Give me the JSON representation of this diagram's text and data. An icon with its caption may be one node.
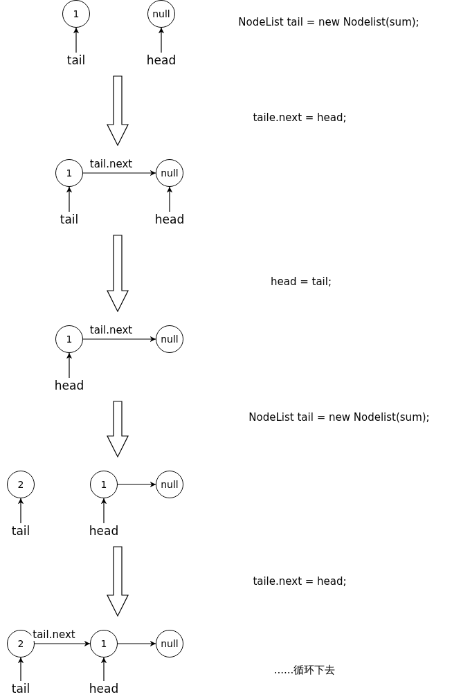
{
  "diagram": {
    "nodes": [
      {
        "text": [
          "1"
        ]
      },
      {
        "text": [
          "null"
        ]
      },
      {
        "text": [
          "tail"
        ]
      },
      {
        "text": [
          "head"
        ]
      },
      {
        "text": [
          "1"
        ]
      },
      {
        "text": [
          "null"
        ]
      },
      {
        "text": [
          "tail"
        ]
      },
      {
        "text": [
          "head"
        ]
      },
      {
        "text": [
          "1"
        ]
      },
      {
        "text": [
          "null"
        ]
      },
      {
        "text": [
          "head"
        ]
      },
      {
        "text": [
          "2"
        ]
      },
      {
        "text": [
          "1"
        ]
      },
      {
        "text": [
          "null"
        ]
      },
      {
        "text": [
          "tail"
        ]
      },
      {
        "text": [
          "head"
        ]
      },
      {
        "text": [
          "2"
        ]
      },
      {
        "text": [
          "1"
        ]
      },
      {
        "text": [
          "null"
        ]
      },
      {
        "text": [
          "tail"
        ]
      },
      {
        "text": [
          "head"
        ]
      }
    ],
    "edges": [
      {
        "from": 2,
        "to": 0,
        "arrow": "to"
      },
      {
        "from": 3,
        "to": 1,
        "arrow": "to"
      },
      {
        "from": 4,
        "to": 5,
        "arrow": "to",
        "label": "tail.next"
      },
      {
        "from": 6,
        "to": 4,
        "arrow": "to"
      },
      {
        "from": 7,
        "to": 5,
        "arrow": "to"
      },
      {
        "from": 8,
        "to": 9,
        "arrow": "to",
        "label": "tail.next"
      },
      {
        "from": 10,
        "to": 8,
        "arrow": "to"
      },
      {
        "from": 12,
        "to": 13,
        "arrow": "to"
      },
      {
        "from": 14,
        "to": 11,
        "arrow": "to"
      },
      {
        "from": 15,
        "to": 12,
        "arrow": "to"
      },
      {
        "from": 16,
        "to": 17,
        "arrow": "to",
        "label": "tail.next"
      },
      {
        "from": 17,
        "to": 18,
        "arrow": "to"
      },
      {
        "from": 19,
        "to": 16,
        "arrow": "to"
      },
      {
        "from": 20,
        "to": 17,
        "arrow": "to"
      },
      {
        "from": 2,
        "to": 4,
        "arrow": "to",
        "style": "thick"
      },
      {
        "from": 6,
        "to": 8,
        "arrow": "to",
        "style": "thick"
      },
      {
        "from": 10,
        "to": 12,
        "arrow": "to",
        "style": "thick"
      },
      {
        "from": 15,
        "to": 17,
        "arrow": "to",
        "style": "thick"
      }
    ],
    "labels": [
      "NodeList tail = new Nodelist(sum);",
      "taile.next = head;",
      "head = tail;",
      "NodeList tail = new Nodelist(sum);",
      "taile.next = head;",
      "......循环下去"
    ]
  }
}
